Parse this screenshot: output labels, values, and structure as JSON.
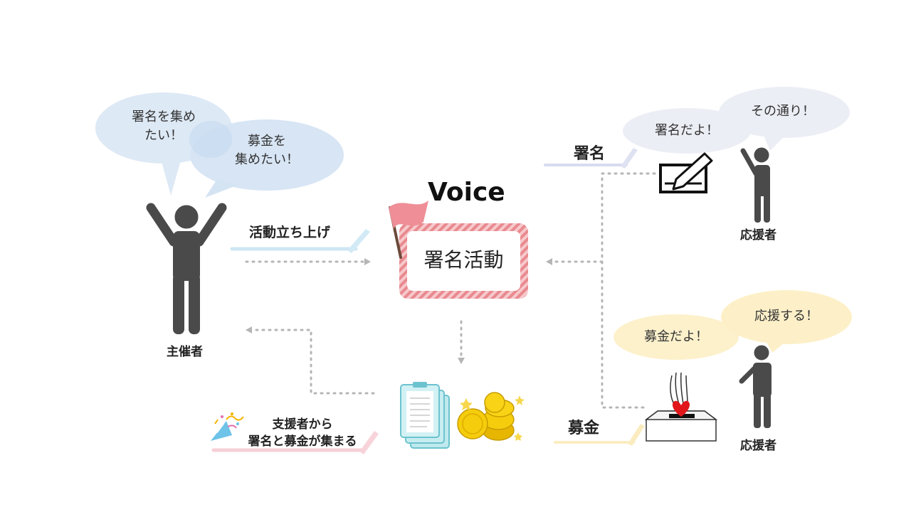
{
  "title": "Voice",
  "center_card": {
    "label": "署名活動"
  },
  "organizer": {
    "label": "主催者",
    "bubble1": "署名を集め\nたい！",
    "bubble2": "募金を\n集めたい！"
  },
  "flow": {
    "launch": "活動立ち上げ",
    "collect_line1": "支援者から",
    "collect_line2": "署名と募金が集まる",
    "signature": "署名",
    "donation": "募金"
  },
  "supporter_top": {
    "label": "応援者",
    "bubble1": "署名だよ！",
    "bubble2": "その通り！"
  },
  "supporter_bottom": {
    "label": "応援者",
    "bubble1": "募金だよ！",
    "bubble2": "応援する！"
  },
  "colors": {
    "figure": "#4a4a4a",
    "card_stripe": "#e88a8f",
    "flag": "#ef8e96",
    "bubble_blue": "#dde9f5",
    "bubble_gray": "#eceef5",
    "bubble_yellow": "#fdf1cc",
    "dotted": "#b5b5b5"
  }
}
